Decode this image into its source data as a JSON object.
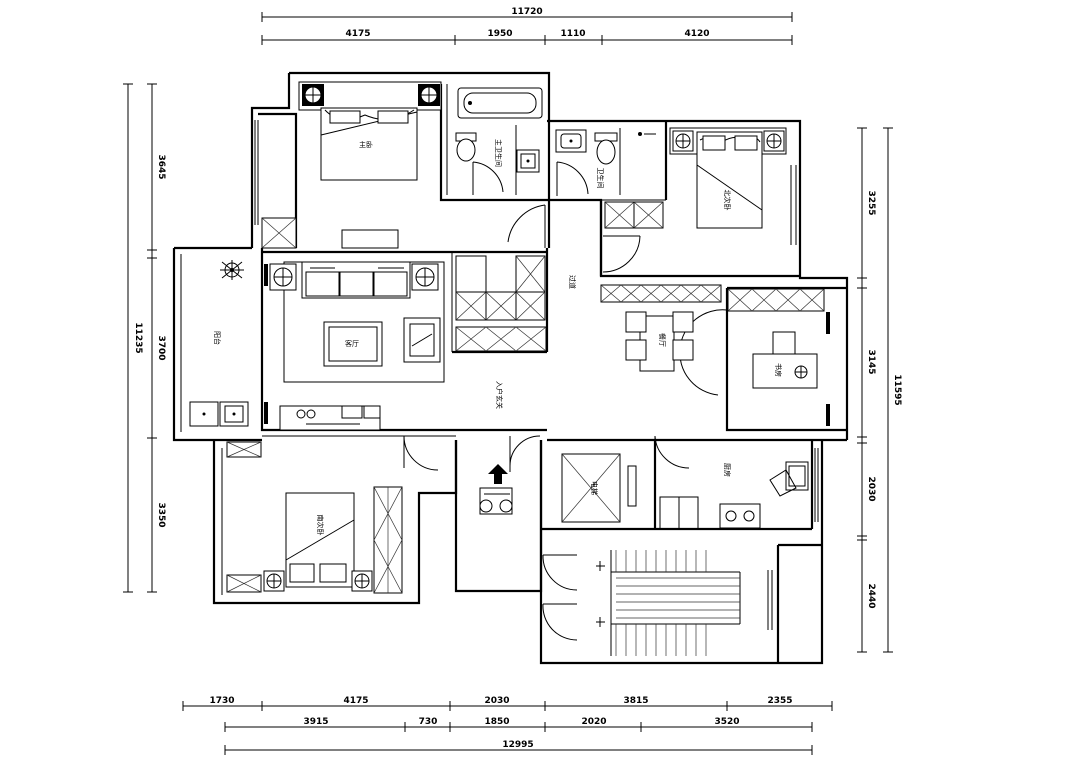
{
  "dimensions": {
    "top_total": "11720",
    "top": [
      "4175",
      "1950",
      "1110",
      "4120"
    ],
    "bottom_row1": [
      "1730",
      "4175",
      "2030",
      "3815",
      "2355"
    ],
    "bottom_row2": [
      "3915",
      "730",
      "1850",
      "2020",
      "3520"
    ],
    "bottom_total": "12995",
    "left": [
      "3645",
      "3700",
      "3350"
    ],
    "left_total": "11235",
    "right": [
      "3255",
      "3145",
      "2030",
      "2440"
    ],
    "right_total": "11595"
  },
  "rooms": {
    "master_bedroom": "主卧",
    "master_bath": "主卫生间",
    "guest_bath": "卫生间",
    "north_bedroom": "北次卧",
    "balcony": "阳台",
    "living_room": "客厅",
    "corridor": "过道",
    "dining": "餐厅",
    "study": "书房",
    "entry": "入户玄关",
    "south_bedroom": "南次卧",
    "elevator": "电梯",
    "kitchen": "厨房"
  }
}
